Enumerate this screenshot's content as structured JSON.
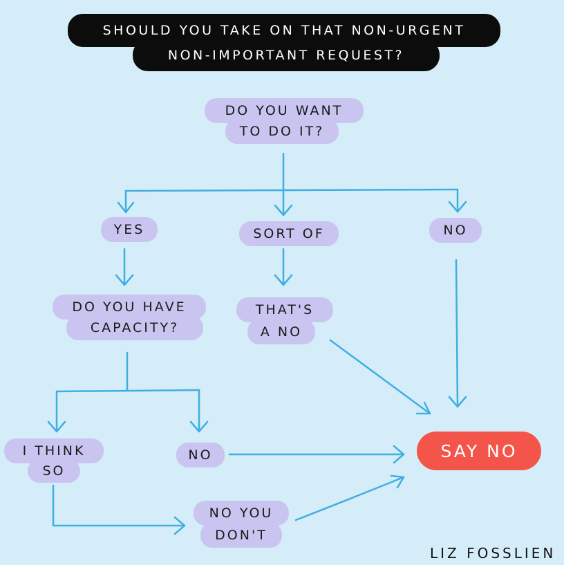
{
  "title": {
    "line1": "SHOULD YOU TAKE ON THAT NON-URGENT",
    "line2": "NON-IMPORTANT REQUEST?"
  },
  "nodes": {
    "want": {
      "line1": "DO YOU WANT",
      "line2": "TO DO IT?"
    },
    "yes": "YES",
    "sort_of": "SORT OF",
    "no_top": "NO",
    "capacity": {
      "line1": "DO YOU HAVE",
      "line2": "CAPACITY?"
    },
    "thats_no": {
      "line1": "THAT'S",
      "line2": "A NO"
    },
    "i_think_so": {
      "line1": "I THINK",
      "line2": "SO"
    },
    "no_mid": "NO",
    "no_you_dont": {
      "line1": "NO YOU",
      "line2": "DON'T"
    },
    "say_no": "SAY NO"
  },
  "credit": "LIZ FOSSLIEN",
  "colors": {
    "background": "#d4edf8",
    "node_fill": "#c9c5f0",
    "arrow": "#41aee2",
    "result_fill": "#f4554a",
    "title_fill": "#0c0c0c"
  }
}
